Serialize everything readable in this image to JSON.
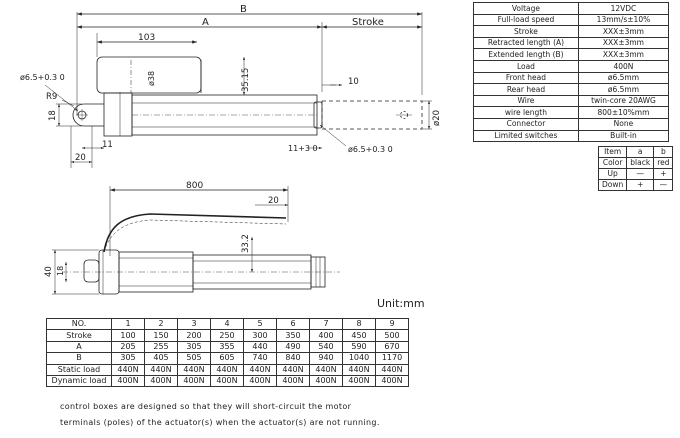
{
  "side_view": {
    "dims": {
      "overall": "B",
      "retracted": "A",
      "stroke": "Stroke",
      "motor_length": "103",
      "motor_dia": "ø38",
      "height": "35.15",
      "rod_end": "10",
      "rod_dia": "ø20",
      "rear_hole": "ø6.5+0.3 0",
      "rear_radius": "R9",
      "rear_height": "18",
      "rear_offset": "20",
      "rear_end": "11",
      "front_offset": "11+3 0",
      "front_hole": "ø6.5+0.3 0"
    }
  },
  "top_view": {
    "dims": {
      "wire_length": "800",
      "wire_end": "20",
      "height": "33.2",
      "width": "40",
      "rear": "18"
    }
  },
  "spec_table": [
    {
      "label": "Voltage",
      "value": "12VDC"
    },
    {
      "label": "Full-load speed",
      "value": "13mm/s±10%"
    },
    {
      "label": "Stroke",
      "value": "XXX±3mm"
    },
    {
      "label": "Retracted length (A)",
      "value": "XXX±3mm"
    },
    {
      "label": "Extended length (B)",
      "value": "XXX±3mm"
    },
    {
      "label": "Load",
      "value": "400N"
    },
    {
      "label": "Front head",
      "value": "ø6.5mm"
    },
    {
      "label": "Rear head",
      "value": "ø6.5mm"
    },
    {
      "label": "Wire",
      "value": "twin-core 20AWG"
    },
    {
      "label": "wire length",
      "value": "800±10%mm"
    },
    {
      "label": "Connector",
      "value": "None"
    },
    {
      "label": "Limited switches",
      "value": "Built-in"
    }
  ],
  "switch_table": {
    "header": [
      "Item",
      "a",
      "b"
    ],
    "rows": [
      [
        "Color",
        "black",
        "red"
      ],
      [
        "Up",
        "—",
        "+"
      ],
      [
        "Down",
        "+",
        "—"
      ]
    ]
  },
  "unit_label": "Unit:mm",
  "stroke_table": {
    "header": [
      "NO.",
      "1",
      "2",
      "3",
      "4",
      "5",
      "6",
      "7",
      "8",
      "9"
    ],
    "rows": [
      [
        "Stroke",
        "100",
        "150",
        "200",
        "250",
        "300",
        "350",
        "400",
        "450",
        "500"
      ],
      [
        "A",
        "205",
        "255",
        "305",
        "355",
        "440",
        "490",
        "540",
        "590",
        "670"
      ],
      [
        "B",
        "305",
        "405",
        "505",
        "605",
        "740",
        "840",
        "940",
        "1040",
        "1170"
      ],
      [
        "Static load",
        "440N",
        "440N",
        "440N",
        "440N",
        "440N",
        "440N",
        "440N",
        "440N",
        "440N"
      ],
      [
        "Dynamic load",
        "400N",
        "400N",
        "400N",
        "400N",
        "400N",
        "400N",
        "400N",
        "400N",
        "400N"
      ]
    ]
  },
  "notes": [
    "control boxes are designed so that they will short-circuit the motor",
    "terminals (poles) of the actuator(s) when the actuator(s) are not running."
  ]
}
